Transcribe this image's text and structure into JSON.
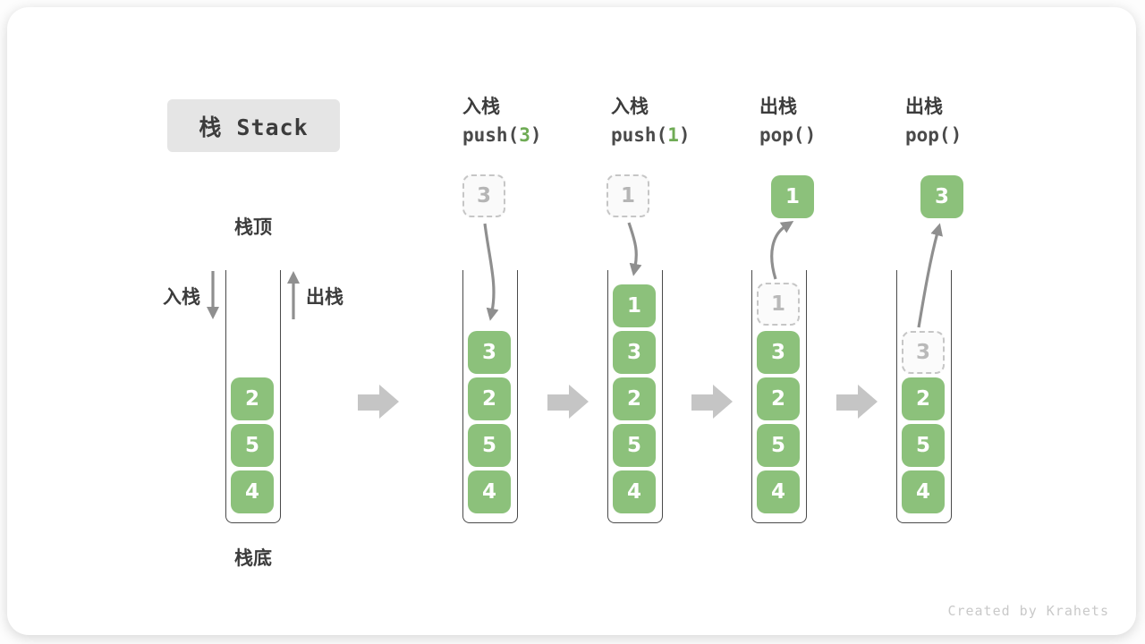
{
  "title": "栈 Stack",
  "watermark": "Created by Krahets",
  "labels": {
    "stack_top": "栈顶",
    "stack_bottom": "栈底",
    "push_side": "入栈",
    "pop_side": "出栈"
  },
  "initial": {
    "cells": [
      "2",
      "5",
      "4"
    ]
  },
  "steps": [
    {
      "op_title": "入栈",
      "fn": "push(",
      "arg": "3",
      "close": ")",
      "floating": "3",
      "cells": [
        "3",
        "2",
        "5",
        "4"
      ]
    },
    {
      "op_title": "入栈",
      "fn": "push(",
      "arg": "1",
      "close": ")",
      "floating": "1",
      "cells": [
        "1",
        "3",
        "2",
        "5",
        "4"
      ]
    },
    {
      "op_title": "出栈",
      "fn": "pop(",
      "arg": "",
      "close": ")",
      "floating": "1",
      "ghost": "1",
      "cells": [
        "3",
        "2",
        "5",
        "4"
      ]
    },
    {
      "op_title": "出栈",
      "fn": "pop(",
      "arg": "",
      "close": ")",
      "floating": "3",
      "ghost": "3",
      "cells": [
        "2",
        "5",
        "4"
      ]
    }
  ],
  "colors": {
    "cell_green": "#8cc17b",
    "arg_green": "#6fab55",
    "dark_text": "#3c3c3c",
    "arrow_gray": "#8f8f8f",
    "block_arrow_gray": "#c5c5c5",
    "ghost_gray": "#c6c6c6",
    "title_bg": "#e5e5e5",
    "watermark_gray": "#c9c9c9"
  }
}
